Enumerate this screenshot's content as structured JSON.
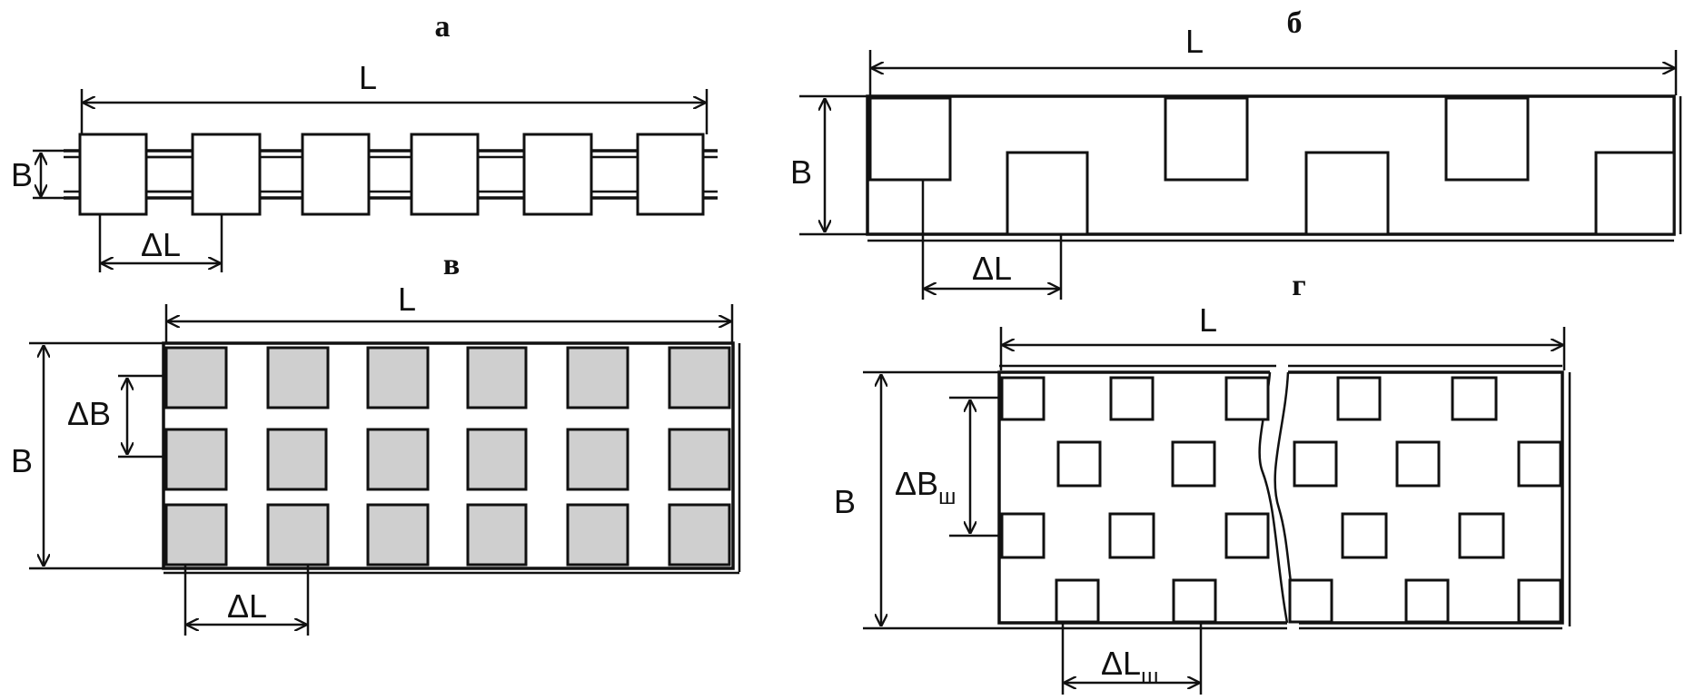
{
  "panels": {
    "a": {
      "letter": "а",
      "length_label": "L",
      "width_label": "B",
      "step_label": "ΔL"
    },
    "b": {
      "letter": "б",
      "length_label": "L",
      "width_label": "B",
      "step_label": "ΔL"
    },
    "v": {
      "letter": "в",
      "length_label": "L",
      "width_label": "B",
      "row_step_label": "ΔB",
      "step_label": "ΔL"
    },
    "g": {
      "letter": "г",
      "length_label": "L",
      "width_label": "B",
      "row_step_main": "ΔB",
      "row_step_sub": "ш",
      "step_main": "ΔL",
      "step_sub": "ш"
    }
  }
}
